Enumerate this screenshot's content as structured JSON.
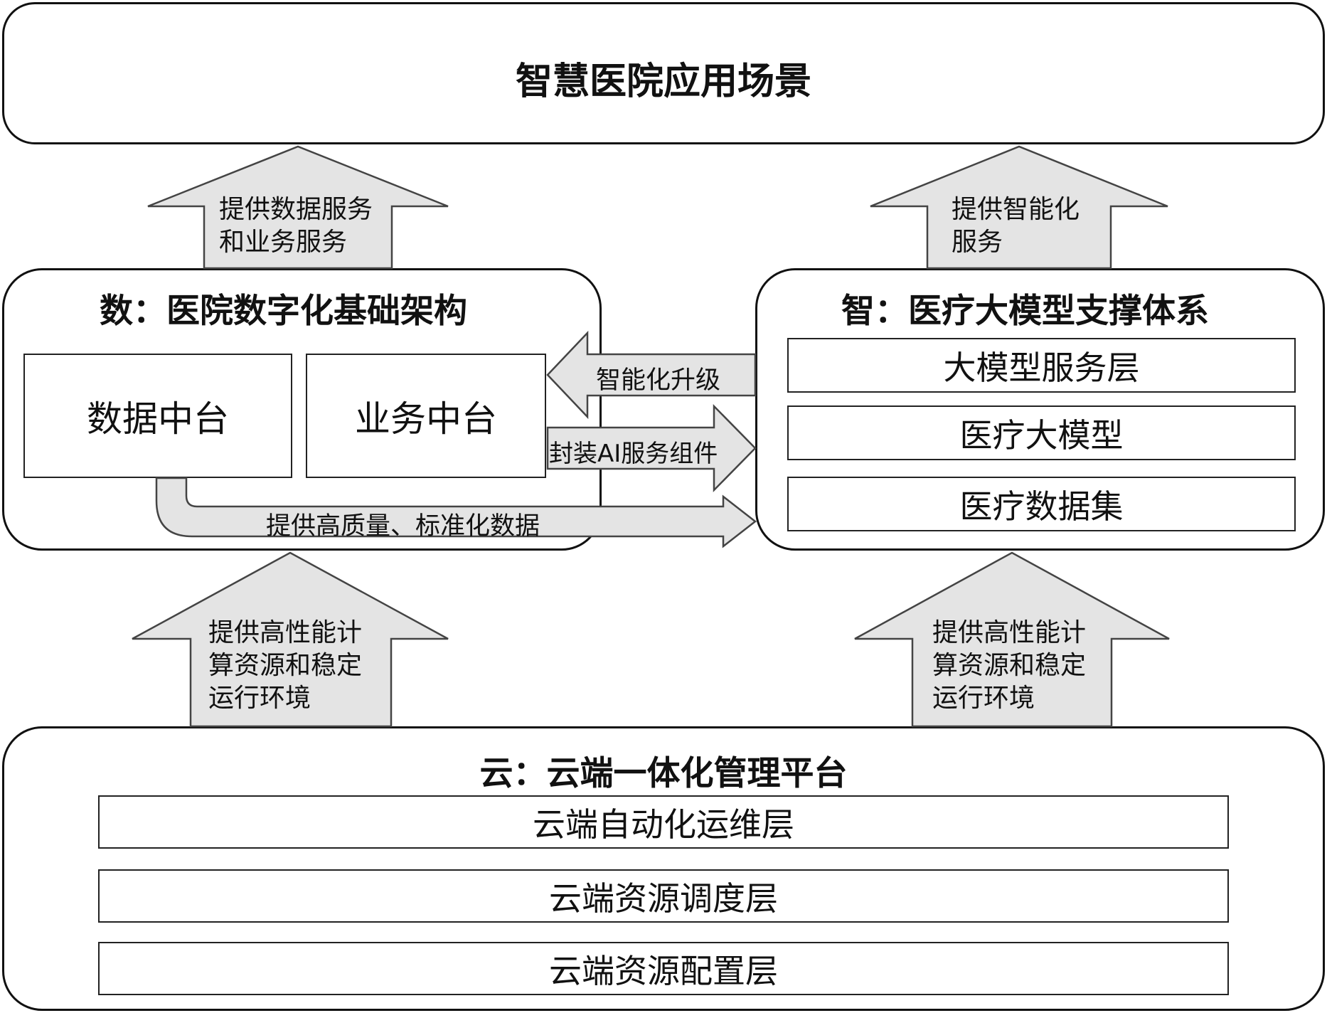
{
  "top": {
    "title": "智慧医院应用场景"
  },
  "arrows": {
    "data_service": [
      "提供数据服务",
      "和业务服务"
    ],
    "ai_service": [
      "提供智能化",
      "服务"
    ],
    "compute_left": [
      "提供高性能计",
      "算资源和稳定",
      "运行环境"
    ],
    "compute_right": [
      "提供高性能计",
      "算资源和稳定",
      "运行环境"
    ],
    "upgrade": "智能化升级",
    "package": "封装AI服务组件",
    "quality_data": "提供高质量、标准化数据"
  },
  "shu": {
    "title": "数：医院数字化基础架构",
    "boxes": [
      "数据中台",
      "业务中台"
    ]
  },
  "zhi": {
    "title": "智：医疗大模型支撑体系",
    "layers": [
      "大模型服务层",
      "医疗大模型",
      "医疗数据集"
    ]
  },
  "yun": {
    "title": "云：云端一体化管理平台",
    "layers": [
      "云端自动化运维层",
      "云端资源调度层",
      "云端资源配置层"
    ]
  }
}
